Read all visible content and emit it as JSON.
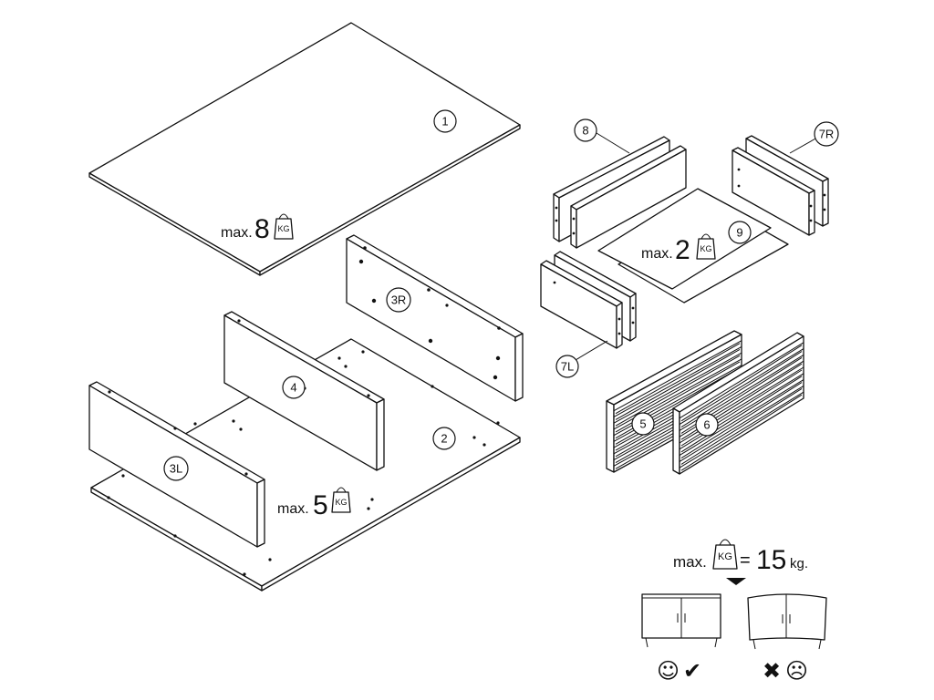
{
  "parts": {
    "p1": "1",
    "p2": "2",
    "p3L": "3L",
    "p3R": "3R",
    "p4": "4",
    "p5": "5",
    "p6": "6",
    "p7L": "7L",
    "p7R": "7R",
    "p8": "8",
    "p9": "9"
  },
  "weights": {
    "prefix": "max.",
    "top_value": "8",
    "shelf_value": "5",
    "drawer_value": "2",
    "unit_icon_text": "KG"
  },
  "total_load": {
    "prefix": "max.",
    "equals": "=",
    "value": "15",
    "unit": "kg."
  },
  "symbols": {
    "ok_face": "☺",
    "ok_mark": "✔",
    "bad_mark": "✖",
    "bad_face": "☹"
  }
}
